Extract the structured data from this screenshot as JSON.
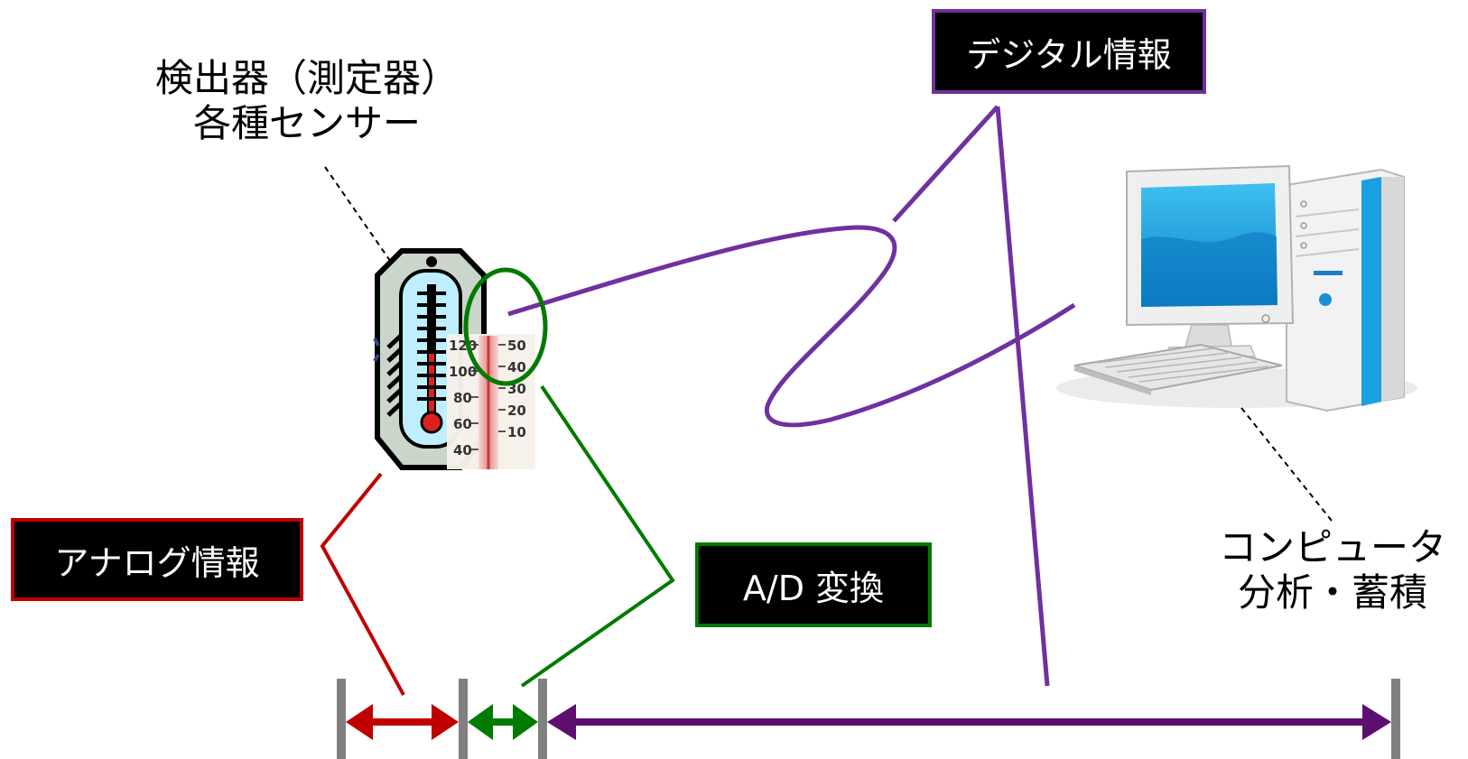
{
  "sensor": {
    "line1": "検出器（測定器）",
    "line2": "各種センサー"
  },
  "computer": {
    "line1": "コンピュータ",
    "line2": "分析・蓄積"
  },
  "labels": {
    "analog": "アナログ情報",
    "ad": "A/D 変換",
    "digital": "デジタル情報"
  },
  "thermometer": {
    "left_scale": [
      "120",
      "100",
      "80",
      "60",
      "40"
    ],
    "right_scale": [
      "50",
      "40",
      "30",
      "20",
      "10"
    ]
  },
  "colors": {
    "analog": "#c00000",
    "ad": "#007a00",
    "digital": "#7030a0",
    "digital_arrow": "#5c0f6e",
    "tick": "#808080"
  },
  "icons": [
    "thermometer-icon",
    "computer-icon"
  ]
}
